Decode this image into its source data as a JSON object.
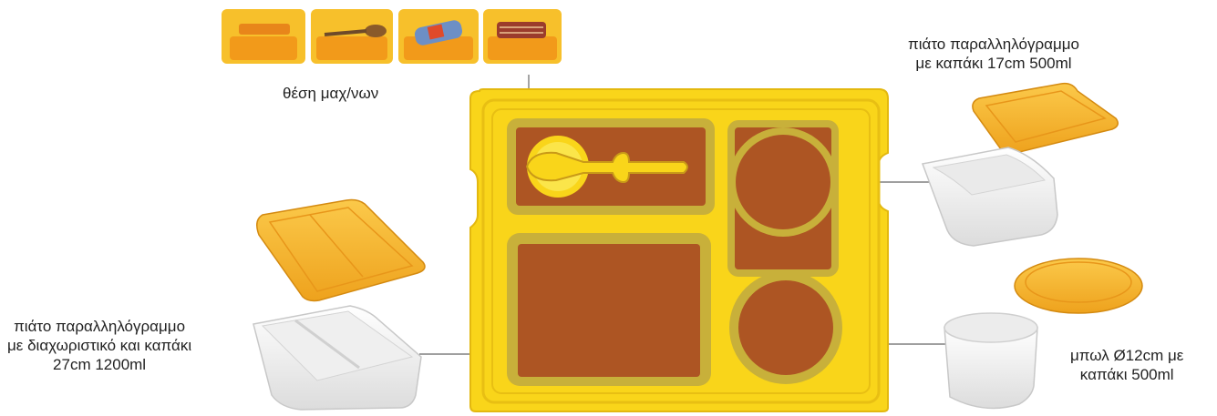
{
  "labels": {
    "utensil_slot": "θέση μαχ/νων",
    "rect_plate_small": "πιάτο παραλληλόγραμμο\nμε καπάκι 17cm 500ml",
    "rect_plate_divided": "πιάτο παραλληλόγραμμο\nμε διαχωριστικό και καπάκι\n27cm 1200ml",
    "bowl": "μπωλ Ø12cm με\nκαπάκι 500ml"
  },
  "colors": {
    "tray_yellow": "#f9d51a",
    "tray_edge": "#e3b80f",
    "compartment_brown": "#ad5523",
    "compartment_rim": "#b59a2c",
    "lid_orange": "#f7b12d",
    "dish_white": "#f4f4f4"
  }
}
